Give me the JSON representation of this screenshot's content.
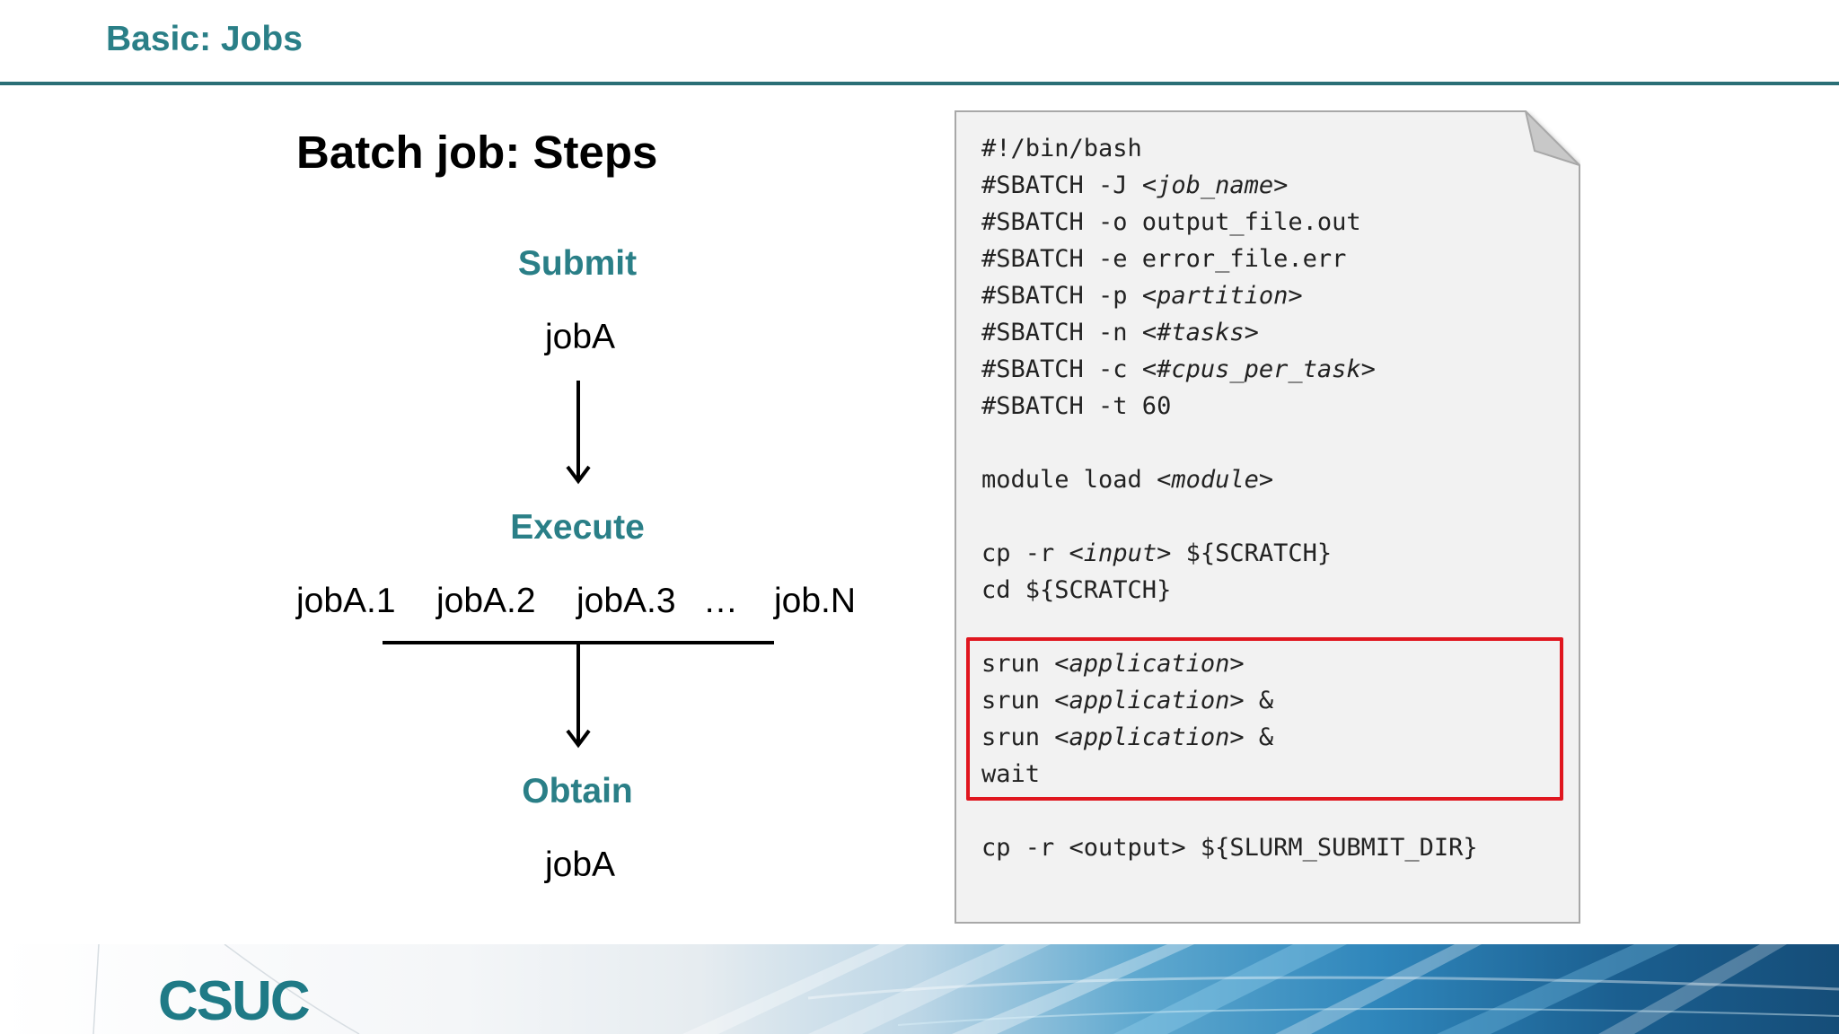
{
  "header": {
    "title": "Basic: Jobs"
  },
  "slide": {
    "title": "Batch job: Steps"
  },
  "flow": {
    "submit_label": "Submit",
    "submit_job": "jobA",
    "execute_label": "Execute",
    "execute_jobs": [
      "jobA.1",
      "jobA.2",
      "jobA.3",
      "…",
      "job.N"
    ],
    "obtain_label": "Obtain",
    "obtain_job": "jobA"
  },
  "script": {
    "lines": [
      {
        "a": "#!/bin/bash",
        "i": ""
      },
      {
        "a": "#SBATCH -J ",
        "i": "<job_name>"
      },
      {
        "a": "#SBATCH -o output_file.out",
        "i": ""
      },
      {
        "a": "#SBATCH -e error_file.err",
        "i": ""
      },
      {
        "a": "#SBATCH -p ",
        "i": "<partition>"
      },
      {
        "a": "#SBATCH -n ",
        "i": "<#tasks>"
      },
      {
        "a": "#SBATCH -c ",
        "i": "<#cpus_per_task>"
      },
      {
        "a": "#SBATCH -t 60",
        "i": ""
      },
      {
        "a": "",
        "i": ""
      },
      {
        "a": "module load ",
        "i": "<module>"
      },
      {
        "a": "",
        "i": ""
      },
      {
        "a": "cp -r ",
        "i": "<input>",
        "b": " ${SCRATCH}"
      },
      {
        "a": "cd ${SCRATCH}",
        "i": ""
      },
      {
        "a": "",
        "i": ""
      },
      {
        "a": "srun ",
        "i": "<application>"
      },
      {
        "a": "srun ",
        "i": "<application>",
        "b": " &"
      },
      {
        "a": "srun ",
        "i": "<application>",
        "b": " &"
      },
      {
        "a": "wait",
        "i": ""
      },
      {
        "a": "",
        "i": ""
      },
      {
        "a": "cp -r <output> ${SLURM_SUBMIT_DIR}",
        "i": ""
      }
    ]
  },
  "footer": {
    "logo_text": "CSUC"
  },
  "colors": {
    "accent": "#2a7f87",
    "rule": "#2a6f76",
    "highlight": "#e0161f",
    "panel": "#f2f2f2"
  }
}
